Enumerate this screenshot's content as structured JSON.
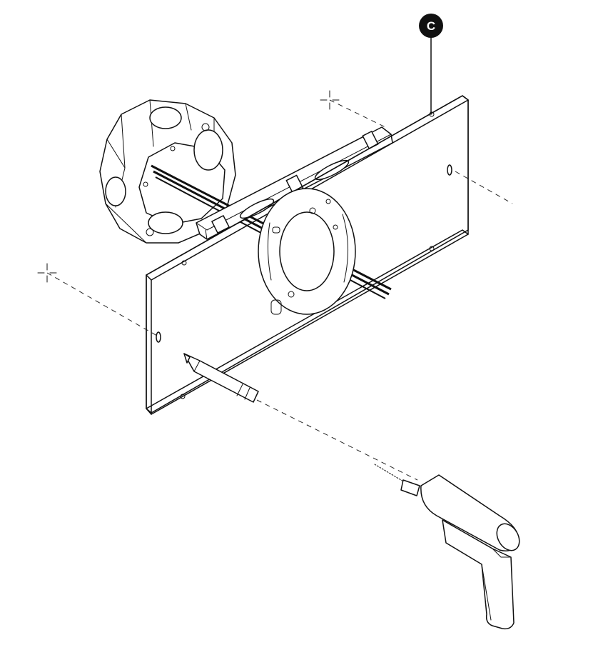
{
  "callout": {
    "letter": "C",
    "fill": "#111111",
    "text_color": "#ffffff"
  },
  "parts": [
    {
      "name": "octagon-junction-box"
    },
    {
      "name": "mounting-bracket"
    },
    {
      "name": "crossbar-strap"
    },
    {
      "name": "pencil"
    },
    {
      "name": "drill"
    }
  ],
  "line_color": "#111111",
  "background": "#ffffff"
}
